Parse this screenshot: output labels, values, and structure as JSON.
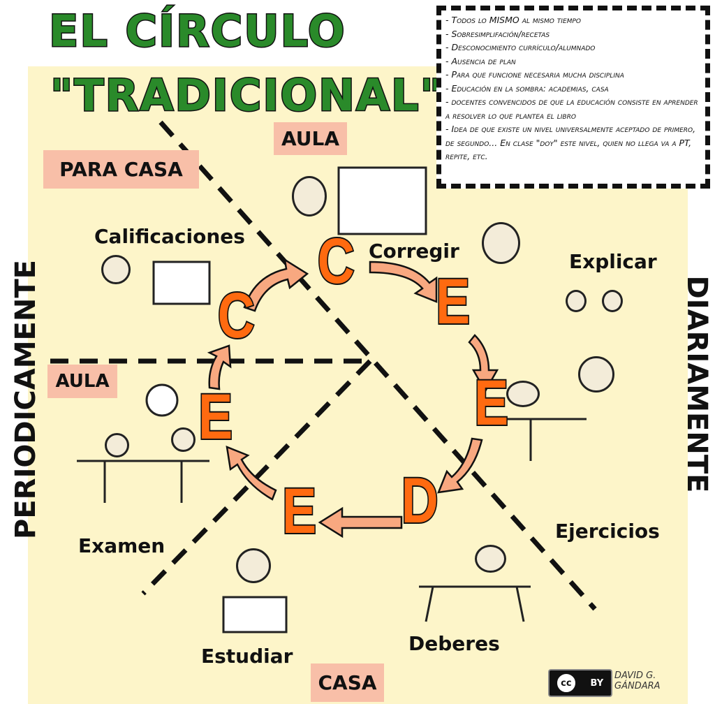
{
  "title": {
    "line1": "EL CÍRCULO",
    "line2": "\"TRADICIONAL\""
  },
  "notes": [
    "- Todos lo MISMO al mismo tiempo",
    "- Sobresimplifación/recetas",
    "- Desconocimiento currículo/alumnado",
    "- Ausencia de plan",
    "- Para que funcione necesaria mucha disciplina",
    "- Educación en la sombra: academias, casa",
    "- docentes convencidos de que la educación consiste en aprender a resolver lo que plantea el libro",
    "- Idea de que existe un nivel universalmente aceptado de primero, de segundo... En clase \"doy\" este nivel, quien no llega va a PT, repite, etc."
  ],
  "places": {
    "aula_top": "AULA",
    "para_casa": "PARA CASA",
    "aula_left": "AULA",
    "casa": "CASA"
  },
  "frequency": {
    "left": "PERIODICAMENTE",
    "right": "DIARIAMENTE"
  },
  "steps": {
    "calificaciones": "Calificaciones",
    "corregir": "Corregir",
    "explicar": "Explicar",
    "ejercicios": "Ejercicios",
    "deberes": "Deberes",
    "estudiar": "Estudiar",
    "examen": "Examen"
  },
  "cycle_letters": [
    "C",
    "E",
    "E",
    "D",
    "E",
    "E",
    "C"
  ],
  "license": {
    "cc": "cc",
    "by": "BY"
  },
  "author": "DAVID G. GÁNDARA",
  "colors": {
    "letter": "#ff6a10",
    "arrow": "#f8a880",
    "tag": "#f8bfa8",
    "title": "#2a8a2a",
    "panel": "#fdf5c9"
  }
}
